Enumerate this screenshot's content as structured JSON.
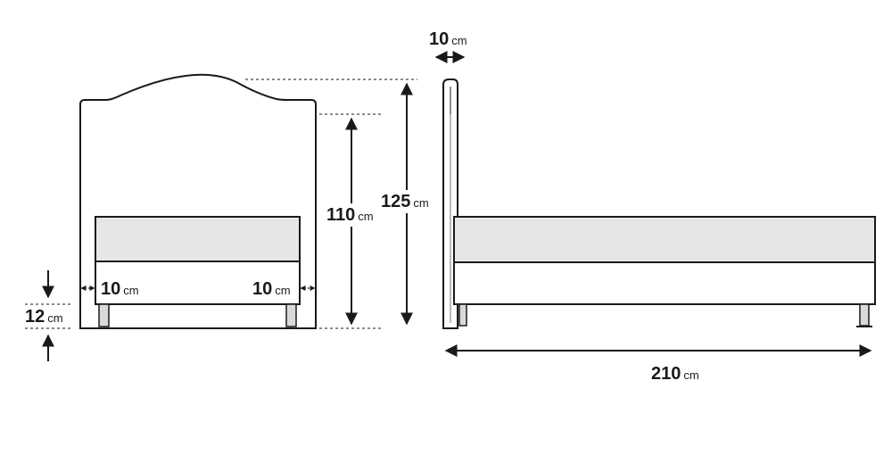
{
  "dimensions": {
    "headboard_thickness": {
      "value": "10",
      "unit": "cm"
    },
    "headboard_total_height": {
      "value": "125",
      "unit": "cm"
    },
    "headboard_side_height": {
      "value": "110",
      "unit": "cm"
    },
    "side_margin_left": {
      "value": "10",
      "unit": "cm"
    },
    "side_margin_right": {
      "value": "10",
      "unit": "cm"
    },
    "leg_height": {
      "value": "12",
      "unit": "cm"
    },
    "bed_length": {
      "value": "210",
      "unit": "cm"
    }
  },
  "colors": {
    "line": "#1a1a1a",
    "mattress_fill": "#e6e6e6",
    "leg_fill": "#d9d9d9"
  }
}
